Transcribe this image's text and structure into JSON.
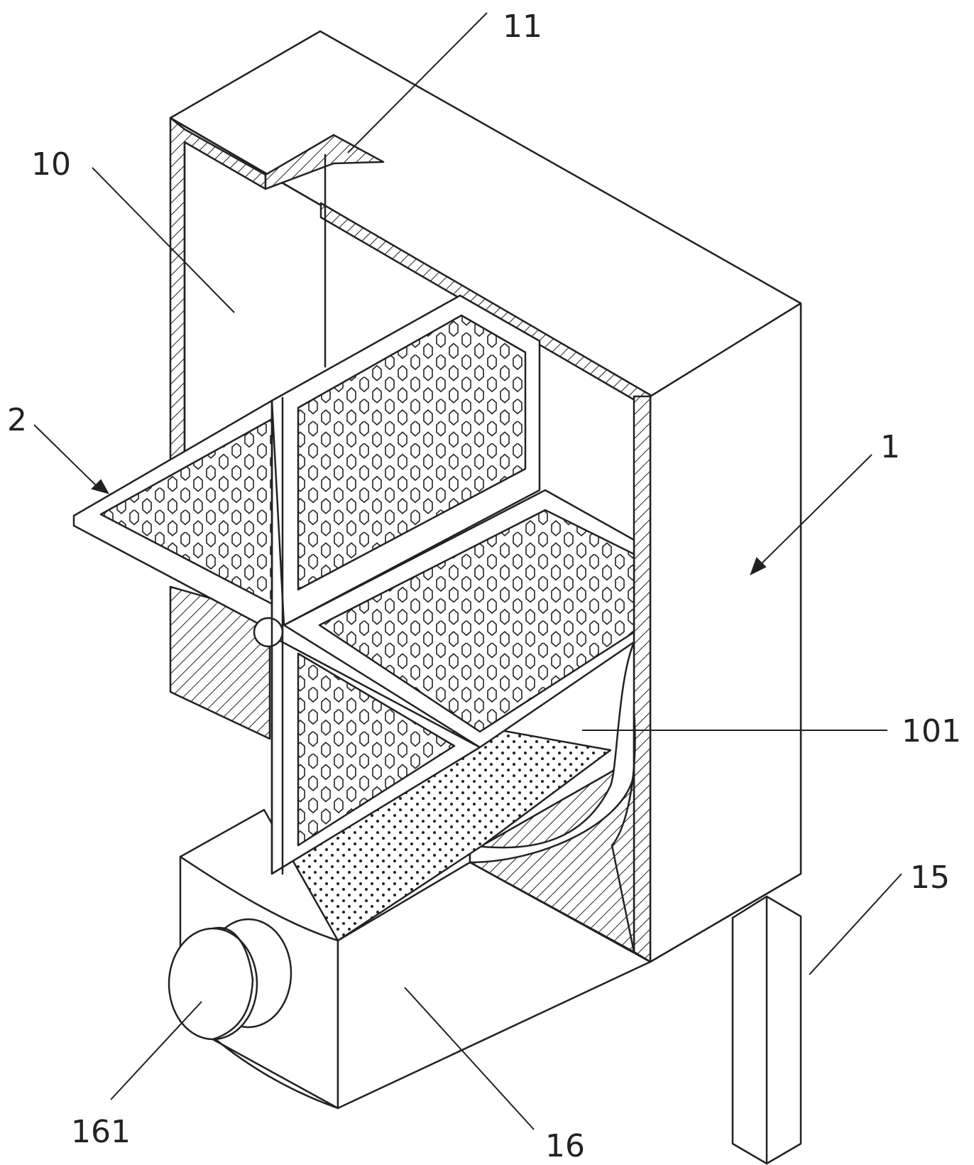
{
  "labels": {
    "l1": "1",
    "l2": "2",
    "l10": "10",
    "l11": "11",
    "l15": "15",
    "l16": "16",
    "l101": "101",
    "l161": "161"
  },
  "colors": {
    "line": "#222222",
    "background": "#ffffff"
  }
}
